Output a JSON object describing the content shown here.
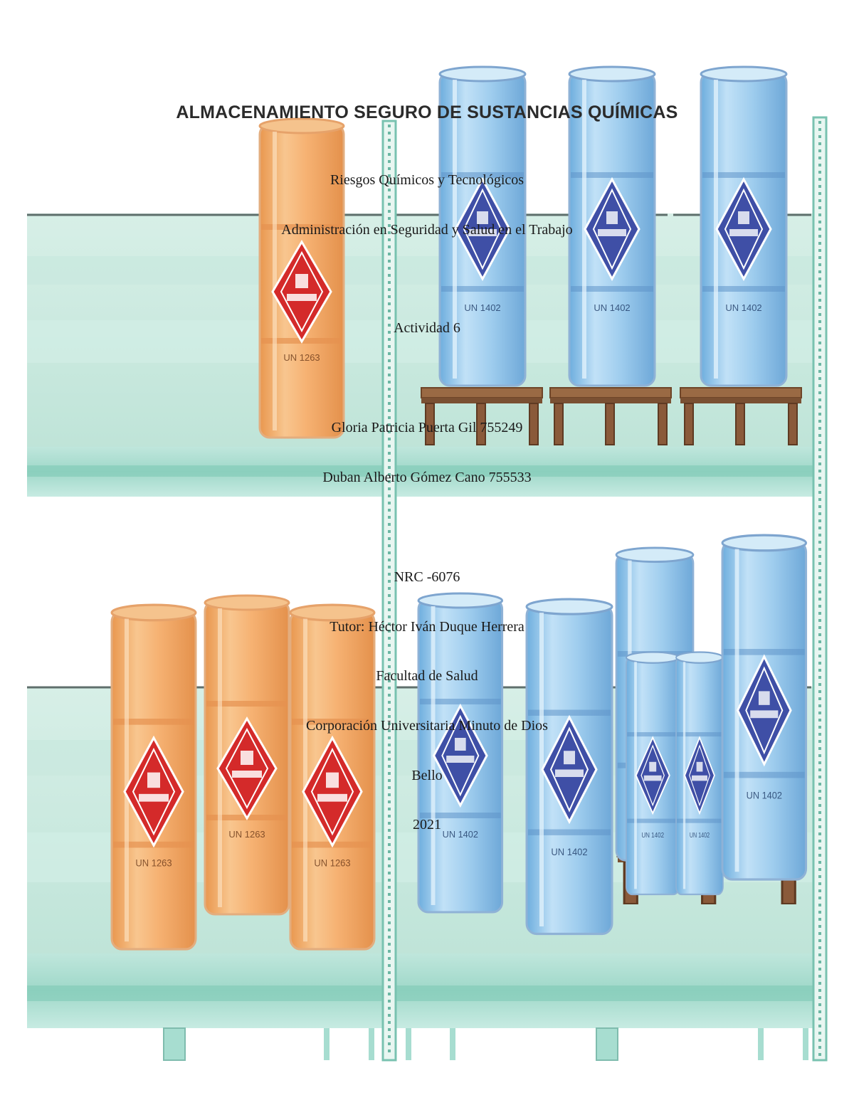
{
  "cover": {
    "title": "ALMACENAMIENTO SEGURO DE SUSTANCIAS QUÍMICAS",
    "course": "Riesgos Químicos y Tecnológicos",
    "program": "Administración en Seguridad y Salud en el Trabajo",
    "activity": "Actividad 6",
    "author_1": "Gloria Patricia Puerta Gil 755249",
    "author_2": "Duban Alberto Gómez Cano 755533",
    "nrc": "NRC -6076",
    "tutor": "Tutor: Héctor Iván Duque Herrera",
    "faculty": "Facultad de Salud",
    "institution": "Corporación Universitaria Minuto de Dios",
    "city": "Bello",
    "year": "2021"
  },
  "illustration": {
    "orange_drum_label": "UN 1263",
    "blue_drum_label": "UN 1402",
    "colors": {
      "shelf": "#cfeae0",
      "shelf_dark": "#8fd0bf",
      "orange_drum": "#f4b47a",
      "blue_drum": "#9fcdec",
      "hazard_red": "#d42a2a",
      "hazard_blue": "#3f4fa6",
      "pallet": "#8a5a3a"
    }
  }
}
